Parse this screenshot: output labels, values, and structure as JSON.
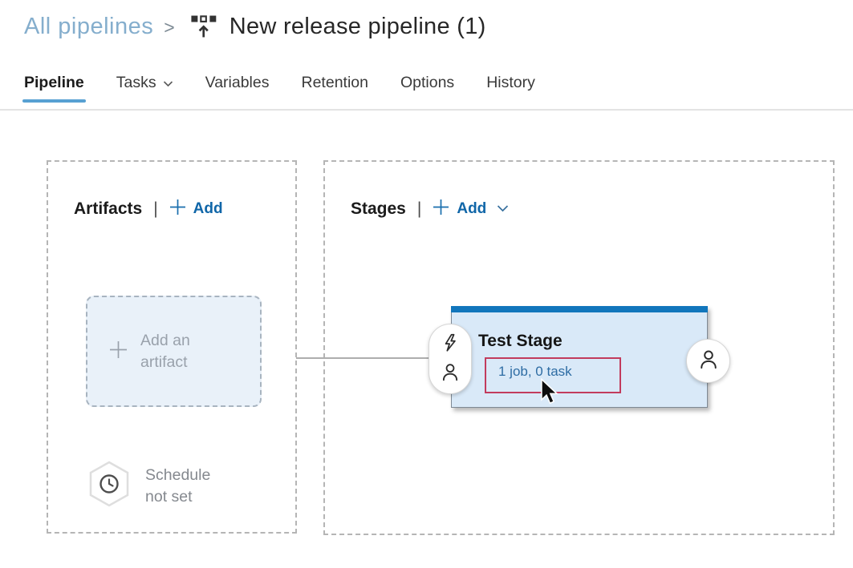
{
  "breadcrumb": {
    "parent": "All pipelines",
    "separator": ">",
    "current": "New release pipeline (1)"
  },
  "tabs": {
    "items": [
      {
        "label": "Pipeline"
      },
      {
        "label": "Tasks"
      },
      {
        "label": "Variables"
      },
      {
        "label": "Retention"
      },
      {
        "label": "Options"
      },
      {
        "label": "History"
      }
    ],
    "active": "Pipeline"
  },
  "artifacts": {
    "title": "Artifacts",
    "divider": "|",
    "add_label": "Add",
    "placeholder_line1": "Add an",
    "placeholder_line2": "artifact",
    "schedule_line1": "Schedule",
    "schedule_line2": "not set"
  },
  "stages": {
    "title": "Stages",
    "divider": "|",
    "add_label": "Add",
    "stage": {
      "name": "Test Stage",
      "jobs_summary": "1 job, 0 task"
    }
  },
  "icons": {
    "breadcrumb": "release-pipeline-icon",
    "tasks_tab": "chevron-down-icon",
    "artifacts_add": "plus-icon",
    "stages_add": "plus-icon + chevron-down-icon",
    "artifact_placeholder": "plus-icon",
    "schedule": "clock-in-hexagon-icon",
    "stage_pre_deploy": "lightning-icon, person-icon",
    "stage_post_deploy": "person-icon",
    "pointer": "mouse-cursor"
  },
  "colors": {
    "breadcrumb_link": "#85aecd",
    "accent_blue": "#1066a8",
    "tab_underline": "#57a0d2",
    "stage_header_bar": "#1176bc",
    "stage_body": "#d9e9f8",
    "jobs_link": "#2e6da4",
    "highlight_box": "#c23b5d",
    "panel_border": "#b5b5b5"
  }
}
